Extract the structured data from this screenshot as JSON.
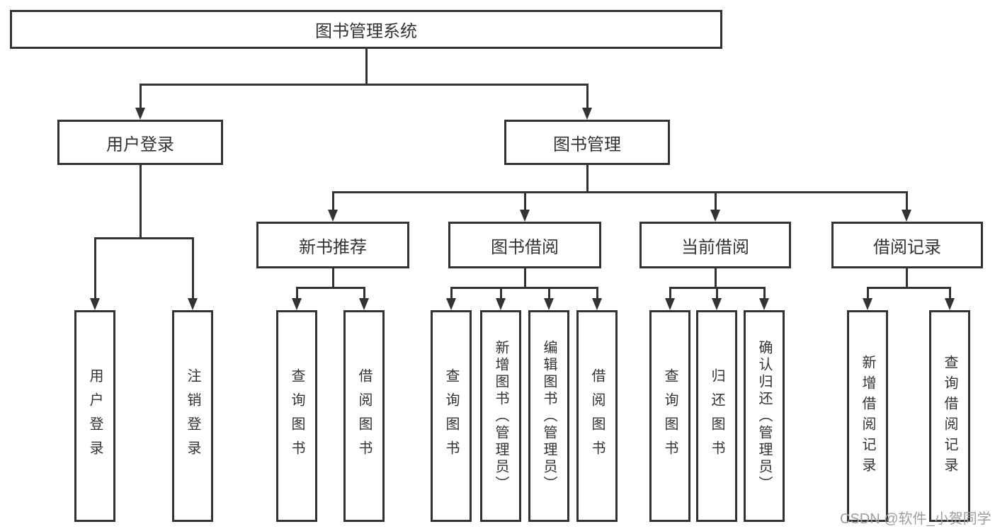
{
  "diagram": {
    "title": "图书管理系统",
    "root": {
      "label": "图书管理系统"
    },
    "level2": {
      "user_login": {
        "label": "用户登录"
      },
      "book_mgmt": {
        "label": "图书管理"
      }
    },
    "level3": {
      "new_book": {
        "label": "新书推荐"
      },
      "book_borrow": {
        "label": "图书借阅"
      },
      "current_borrow": {
        "label": "当前借阅"
      },
      "borrow_record": {
        "label": "借阅记录"
      }
    },
    "leaves": {
      "user_login": [
        "用户登录",
        "注销登录"
      ],
      "new_book": [
        "查询图书",
        "借阅图书"
      ],
      "book_borrow": [
        "查询图书",
        "新增图书（管理员）",
        "编辑图书（管理员）",
        "借阅图书"
      ],
      "current_borrow": [
        "查询图书",
        "归还图书",
        "确认归还（管理员）"
      ],
      "borrow_record": [
        "新增借阅记录",
        "查询借阅记录"
      ]
    }
  },
  "watermark": {
    "text": "CSDN @软件_小贺同学"
  },
  "colors": {
    "line": "#333333",
    "text": "#333333",
    "watermark": "#9e9e9e",
    "background": "#ffffff"
  }
}
